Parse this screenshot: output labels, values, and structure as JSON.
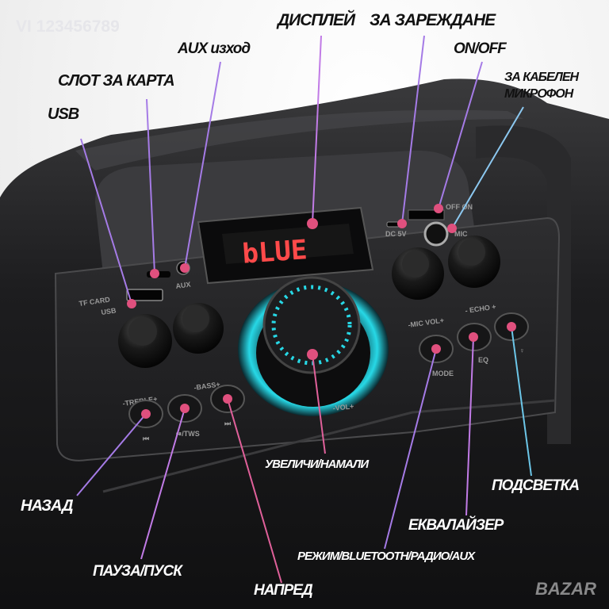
{
  "watermarks": {
    "id_text": "VI 123456789",
    "site_logo": "BAZAR"
  },
  "labels": {
    "display": "ДИСПЛЕЙ",
    "charging": "ЗА ЗАРЕЖДАНЕ",
    "aux_out": "AUX изход",
    "on_off": "ON/OFF",
    "card_slot": "СЛОТ ЗА  КАРТА",
    "wired_mic_line1": "ЗА КАБЕЛЕН",
    "wired_mic_line2": "МИКРОФОН",
    "usb": "USB",
    "volume": "УВЕЛИЧИ/НАМАЛИ",
    "light": "ПОДСВЕТКА",
    "back": "НАЗАД",
    "equalizer": "ЕКВАЛАЙЗЕР",
    "mode": "РЕЖИМ/BLUETOOTH/РАДИО/AUX",
    "play_pause": "ПАУЗА/ПУСК",
    "forward": "НАПРЕД"
  },
  "device": {
    "display_text": "bLUE",
    "tf_card": "TF CARD",
    "usb": "USB",
    "aux": "AUX",
    "treble": "-TREBLE+",
    "bass": "-BASS+",
    "vol": "-VOL+",
    "mic_vol": "-MIC VOL+",
    "echo": "- ECHO +",
    "mode": "MODE",
    "eq": "EQ",
    "dc": "DC 5V",
    "off_on": "OFF ON",
    "mic": "MIC",
    "prev": "⏮",
    "play_tws": "⏯/TWS",
    "next": "⏭"
  },
  "colors": {
    "line_purple": "#a57be6",
    "line_pink": "#e0609a",
    "dot": "#e0507e",
    "ring": "#27d8e6",
    "display_red": "#ff4a4a"
  }
}
